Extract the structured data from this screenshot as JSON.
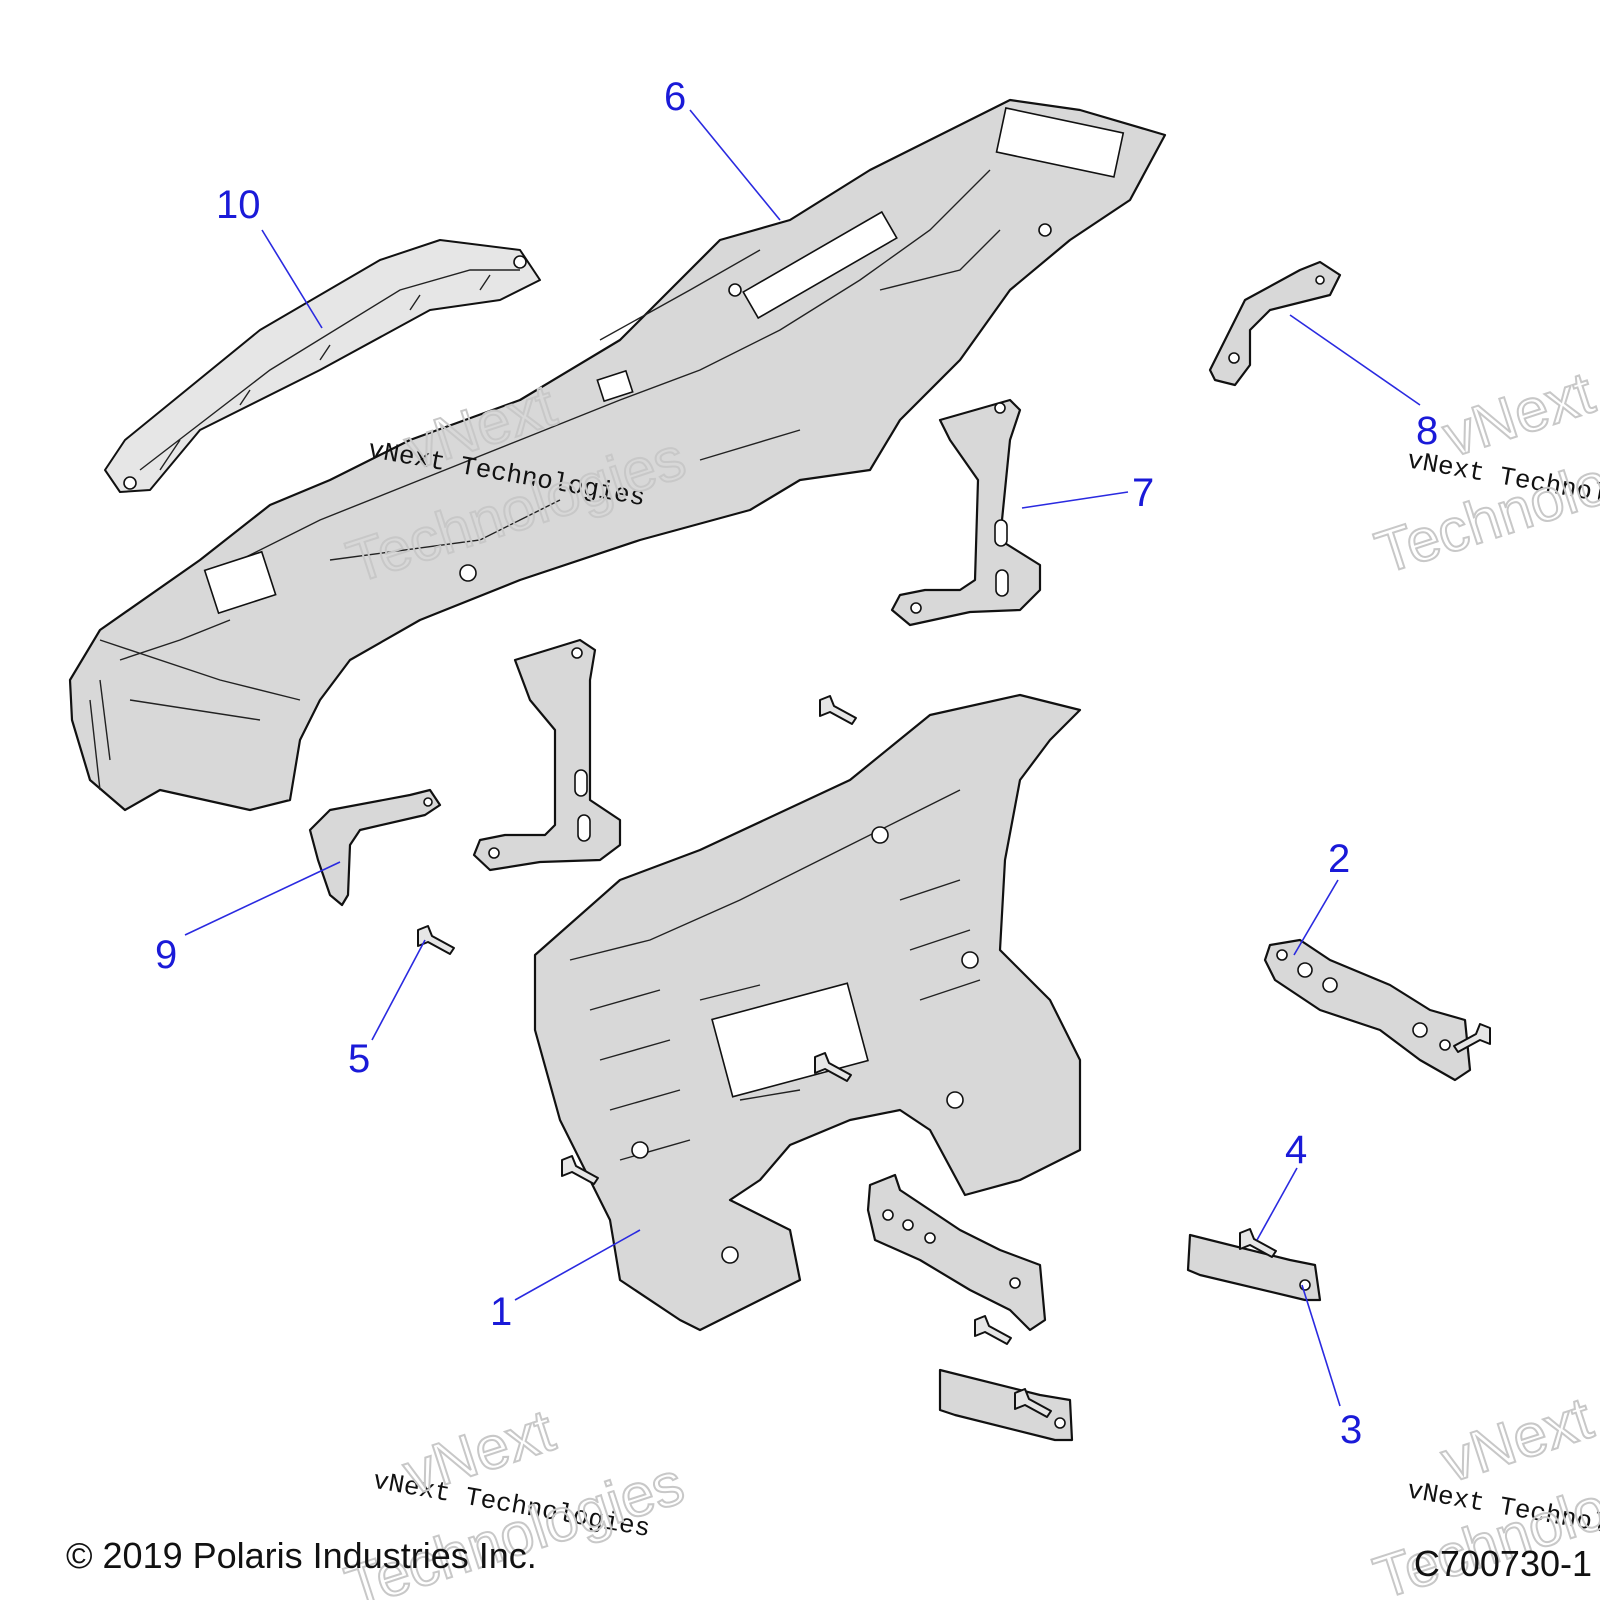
{
  "diagram": {
    "callouts": [
      {
        "id": "1",
        "label": "1"
      },
      {
        "id": "2",
        "label": "2"
      },
      {
        "id": "3",
        "label": "3"
      },
      {
        "id": "4",
        "label": "4"
      },
      {
        "id": "5",
        "label": "5"
      },
      {
        "id": "6",
        "label": "6"
      },
      {
        "id": "7",
        "label": "7"
      },
      {
        "id": "8",
        "label": "8"
      },
      {
        "id": "9",
        "label": "9"
      },
      {
        "id": "10",
        "label": "10"
      }
    ],
    "colors": {
      "callout": "#1a1ad8",
      "leader": "#2a2ae0",
      "part_fill": "#d8d8d8",
      "outline": "#111111"
    }
  },
  "footer": {
    "copyright": "© 2019 Polaris Industries Inc.",
    "drawing_number": "C700730-1"
  },
  "watermarks": {
    "script_text": "vNext Technologies",
    "outline_line1": "vNext",
    "outline_line2": "Technologies"
  }
}
